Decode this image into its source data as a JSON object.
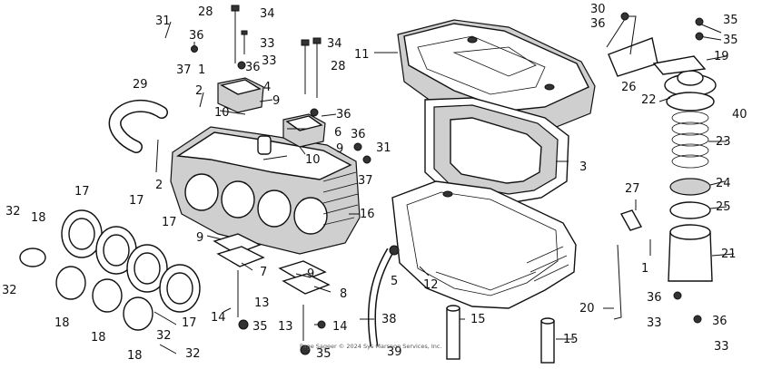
{
  "diagram": {
    "copyright": "Page Sageer  © 2024 Sys Marsnon Services, Inc.",
    "labels": [
      "1",
      "2",
      "3",
      "4",
      "5",
      "6",
      "7",
      "8",
      "9",
      "10",
      "11",
      "12",
      "13",
      "14",
      "15",
      "16",
      "17",
      "18",
      "19",
      "20",
      "21",
      "22",
      "23",
      "24",
      "25",
      "26",
      "27",
      "28",
      "29",
      "30",
      "31",
      "32",
      "33",
      "34",
      "35",
      "36",
      "37",
      "38",
      "39",
      "40"
    ]
  }
}
